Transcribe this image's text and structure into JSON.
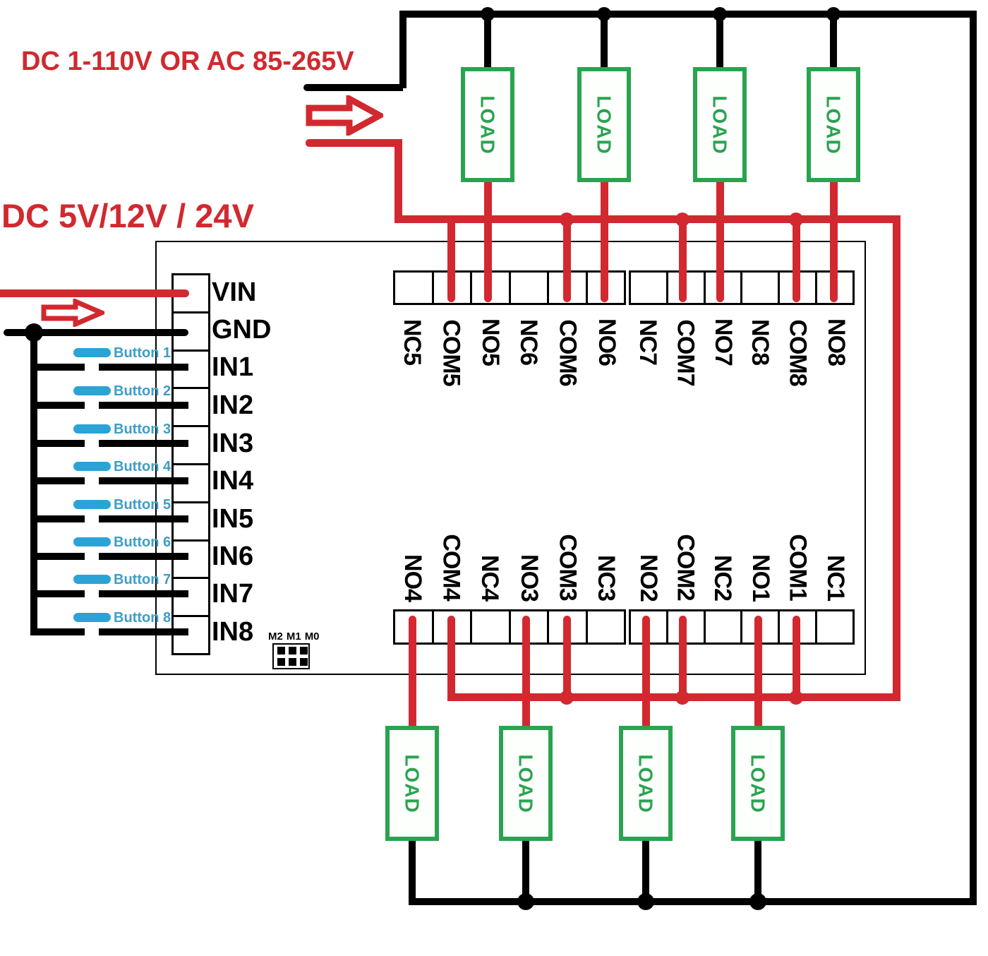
{
  "titles": {
    "ac_supply": "DC 1-110V OR AC 85-265V",
    "dc_supply": "DC 5V/12V / 24V"
  },
  "colors": {
    "wire_black": "#000000",
    "wire_red": "#d1292f",
    "load_green": "#2aa34f",
    "button_blue": "#2ba3d6",
    "button_text_blue": "#3d9ec7"
  },
  "pins": [
    "VIN",
    "GND",
    "IN1",
    "IN2",
    "IN3",
    "IN4",
    "IN5",
    "IN6",
    "IN7",
    "IN8"
  ],
  "terminals_top": [
    "NC5",
    "COM5",
    "NO5",
    "NC6",
    "COM6",
    "NO6",
    "NC7",
    "COM7",
    "NO7",
    "NC8",
    "COM8",
    "NO8"
  ],
  "terminals_bottom": [
    "NO4",
    "COM4",
    "NC4",
    "NO3",
    "COM3",
    "NC3",
    "NO2",
    "COM2",
    "NC2",
    "NO1",
    "COM1",
    "NC1"
  ],
  "buttons": [
    "Button 1",
    "Button 2",
    "Button 3",
    "Button 4",
    "Button 5",
    "Button 6",
    "Button 7",
    "Button 8"
  ],
  "load_label": "LOAD",
  "jumper_labels": [
    "M2",
    "M1",
    "M0"
  ]
}
